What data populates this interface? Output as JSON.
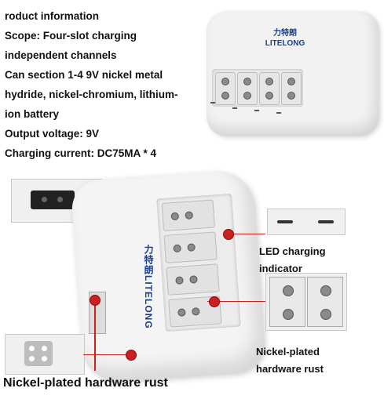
{
  "spec": {
    "lines": [
      "roduct information",
      "Scope: Four-slot charging",
      "independent channels",
      "Can section 1-4 9V nickel metal",
      "hydride, nickel-chromium, lithium-",
      "ion battery",
      "Output voltage: 9V",
      "Charging current: DC75MA * 4"
    ]
  },
  "brand": {
    "chinese": "力特朗",
    "english": "LITELONG"
  },
  "callouts": {
    "led_line1": "LED charging",
    "led_line2": "indicator",
    "nickel_line1": "Nickel-plated",
    "nickel_line2": "hardware rust",
    "bottom": "Nickel-plated hardware rust"
  },
  "colors": {
    "callout": "#cc1f1f",
    "brand": "#1a3f8a"
  }
}
